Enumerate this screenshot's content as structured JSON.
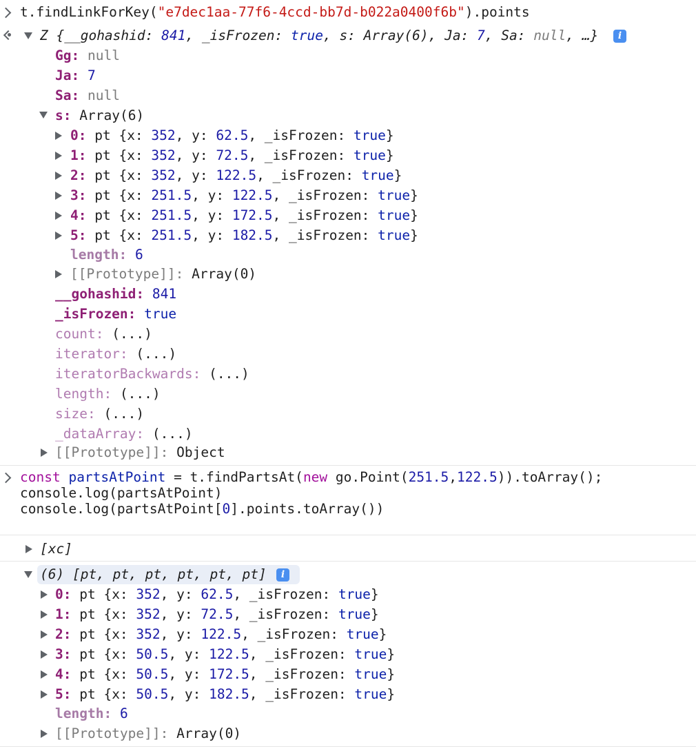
{
  "first_command": {
    "prefix": "t.findLinkForKey(",
    "key_string": "\"e7dec1aa-77f6-4ccd-bb7d-b022a0400f6b\"",
    "suffix": ").points"
  },
  "result_object": {
    "summary_open": "Z {",
    "summary_items": [
      {
        "key": "__gohashid",
        "value": "841",
        "kind": "number"
      },
      {
        "key": "_isFrozen",
        "value": "true",
        "kind": "bool"
      },
      {
        "key": "s",
        "value": "Array(6)",
        "kind": "plain"
      },
      {
        "key": "Ja",
        "value": "7",
        "kind": "number"
      },
      {
        "key": "Sa",
        "value": "null",
        "kind": "null"
      }
    ],
    "summary_tail": ", …}",
    "props": [
      {
        "key": "Gg",
        "value": "null",
        "kind": "null"
      },
      {
        "key": "Ja",
        "value": "7",
        "kind": "number"
      },
      {
        "key": "Sa",
        "value": "null",
        "kind": "null"
      }
    ],
    "s_label": "s",
    "s_type": "Array(6)",
    "points": [
      {
        "index": "0",
        "x": "352",
        "y": "62.5"
      },
      {
        "index": "1",
        "x": "352",
        "y": "72.5"
      },
      {
        "index": "2",
        "x": "352",
        "y": "122.5"
      },
      {
        "index": "3",
        "x": "251.5",
        "y": "122.5"
      },
      {
        "index": "4",
        "x": "251.5",
        "y": "172.5"
      },
      {
        "index": "5",
        "x": "251.5",
        "y": "182.5"
      }
    ],
    "length_key": "length",
    "length_value": "6",
    "array_proto_key": "[[Prototype]]",
    "array_proto_value": "Array(0)",
    "gohashid_key": "__gohashid",
    "gohashid_value": "841",
    "isfrozen_key": "_isFrozen",
    "isfrozen_value": "true",
    "getters": [
      "count",
      "iterator",
      "iteratorBackwards",
      "length",
      "size",
      "_dataArray"
    ],
    "getter_value": "(...)",
    "object_proto_key": "[[Prototype]]",
    "object_proto_value": "Object"
  },
  "pt_class": "pt",
  "frozen_key": "_isFrozen",
  "frozen_value": "true",
  "second_command": {
    "line1": {
      "const": "const",
      "var": "partsAtPoint",
      "mid": " = t.findPartsAt(",
      "new": "new",
      "ctor": " go.Point(",
      "x": "251.5",
      "comma": ",",
      "y": "122.5",
      "end": ")).toArray();"
    },
    "line2": "console.log(partsAtPoint)",
    "line3": {
      "pre": "console.log(partsAtPoint[",
      "idx": "0",
      "post": "].points.toArray())"
    }
  },
  "log1": "[xc]",
  "log2": {
    "summary": "(6) [pt, pt, pt, pt, pt, pt]",
    "points": [
      {
        "index": "0",
        "x": "352",
        "y": "62.5"
      },
      {
        "index": "1",
        "x": "352",
        "y": "72.5"
      },
      {
        "index": "2",
        "x": "352",
        "y": "122.5"
      },
      {
        "index": "3",
        "x": "50.5",
        "y": "122.5"
      },
      {
        "index": "4",
        "x": "50.5",
        "y": "172.5"
      },
      {
        "index": "5",
        "x": "50.5",
        "y": "182.5"
      }
    ],
    "length_key": "length",
    "length_value": "6",
    "proto_key": "[[Prototype]]",
    "proto_value": "Array(0)"
  }
}
